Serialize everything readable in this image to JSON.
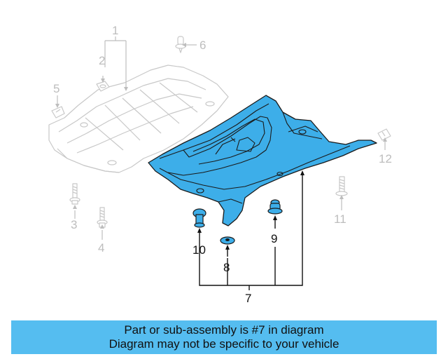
{
  "callouts": {
    "c1": "1",
    "c2": "2",
    "c3": "3",
    "c4": "4",
    "c5": "5",
    "c6": "6",
    "c7": "7",
    "c8": "8",
    "c9": "9",
    "c10": "10",
    "c11": "11",
    "c12": "12"
  },
  "banner": {
    "line1": "Part or sub-assembly is #7 in diagram",
    "line2": "Diagram may not be specific to your vehicle",
    "background": "#55bdf0"
  },
  "colors": {
    "highlight_part": "#3daee9",
    "ghost_parts": "#c8c8c8"
  }
}
